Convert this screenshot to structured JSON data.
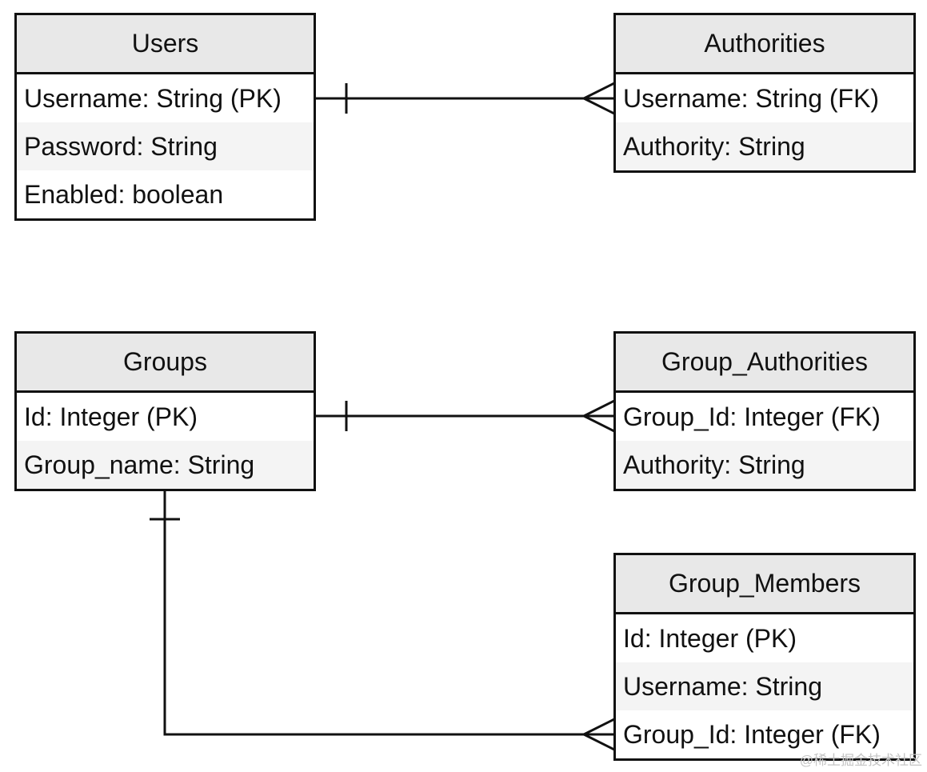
{
  "entities": {
    "users": {
      "title": "Users",
      "fields": [
        "Username: String (PK)",
        "Password: String",
        "Enabled: boolean"
      ]
    },
    "authorities": {
      "title": "Authorities",
      "fields": [
        "Username: String (FK)",
        "Authority: String"
      ]
    },
    "groups": {
      "title": "Groups",
      "fields": [
        "Id: Integer (PK)",
        "Group_name: String"
      ]
    },
    "group_authorities": {
      "title": "Group_Authorities",
      "fields": [
        "Group_Id: Integer (FK)",
        "Authority: String"
      ]
    },
    "group_members": {
      "title": "Group_Members",
      "fields": [
        "Id: Integer (PK)",
        "Username: String",
        "Group_Id: Integer (FK)"
      ]
    }
  },
  "relationships": [
    {
      "from": "users",
      "to": "authorities",
      "from_cardinality": "one",
      "to_cardinality": "many"
    },
    {
      "from": "groups",
      "to": "group_authorities",
      "from_cardinality": "one",
      "to_cardinality": "many"
    },
    {
      "from": "groups",
      "to": "group_members",
      "from_cardinality": "one",
      "to_cardinality": "many"
    }
  ],
  "watermark": "@稀土掘金技术社区",
  "colors": {
    "line": "#111111",
    "header_bg": "#e8e8e8",
    "alt_row_bg": "#f4f4f4"
  }
}
